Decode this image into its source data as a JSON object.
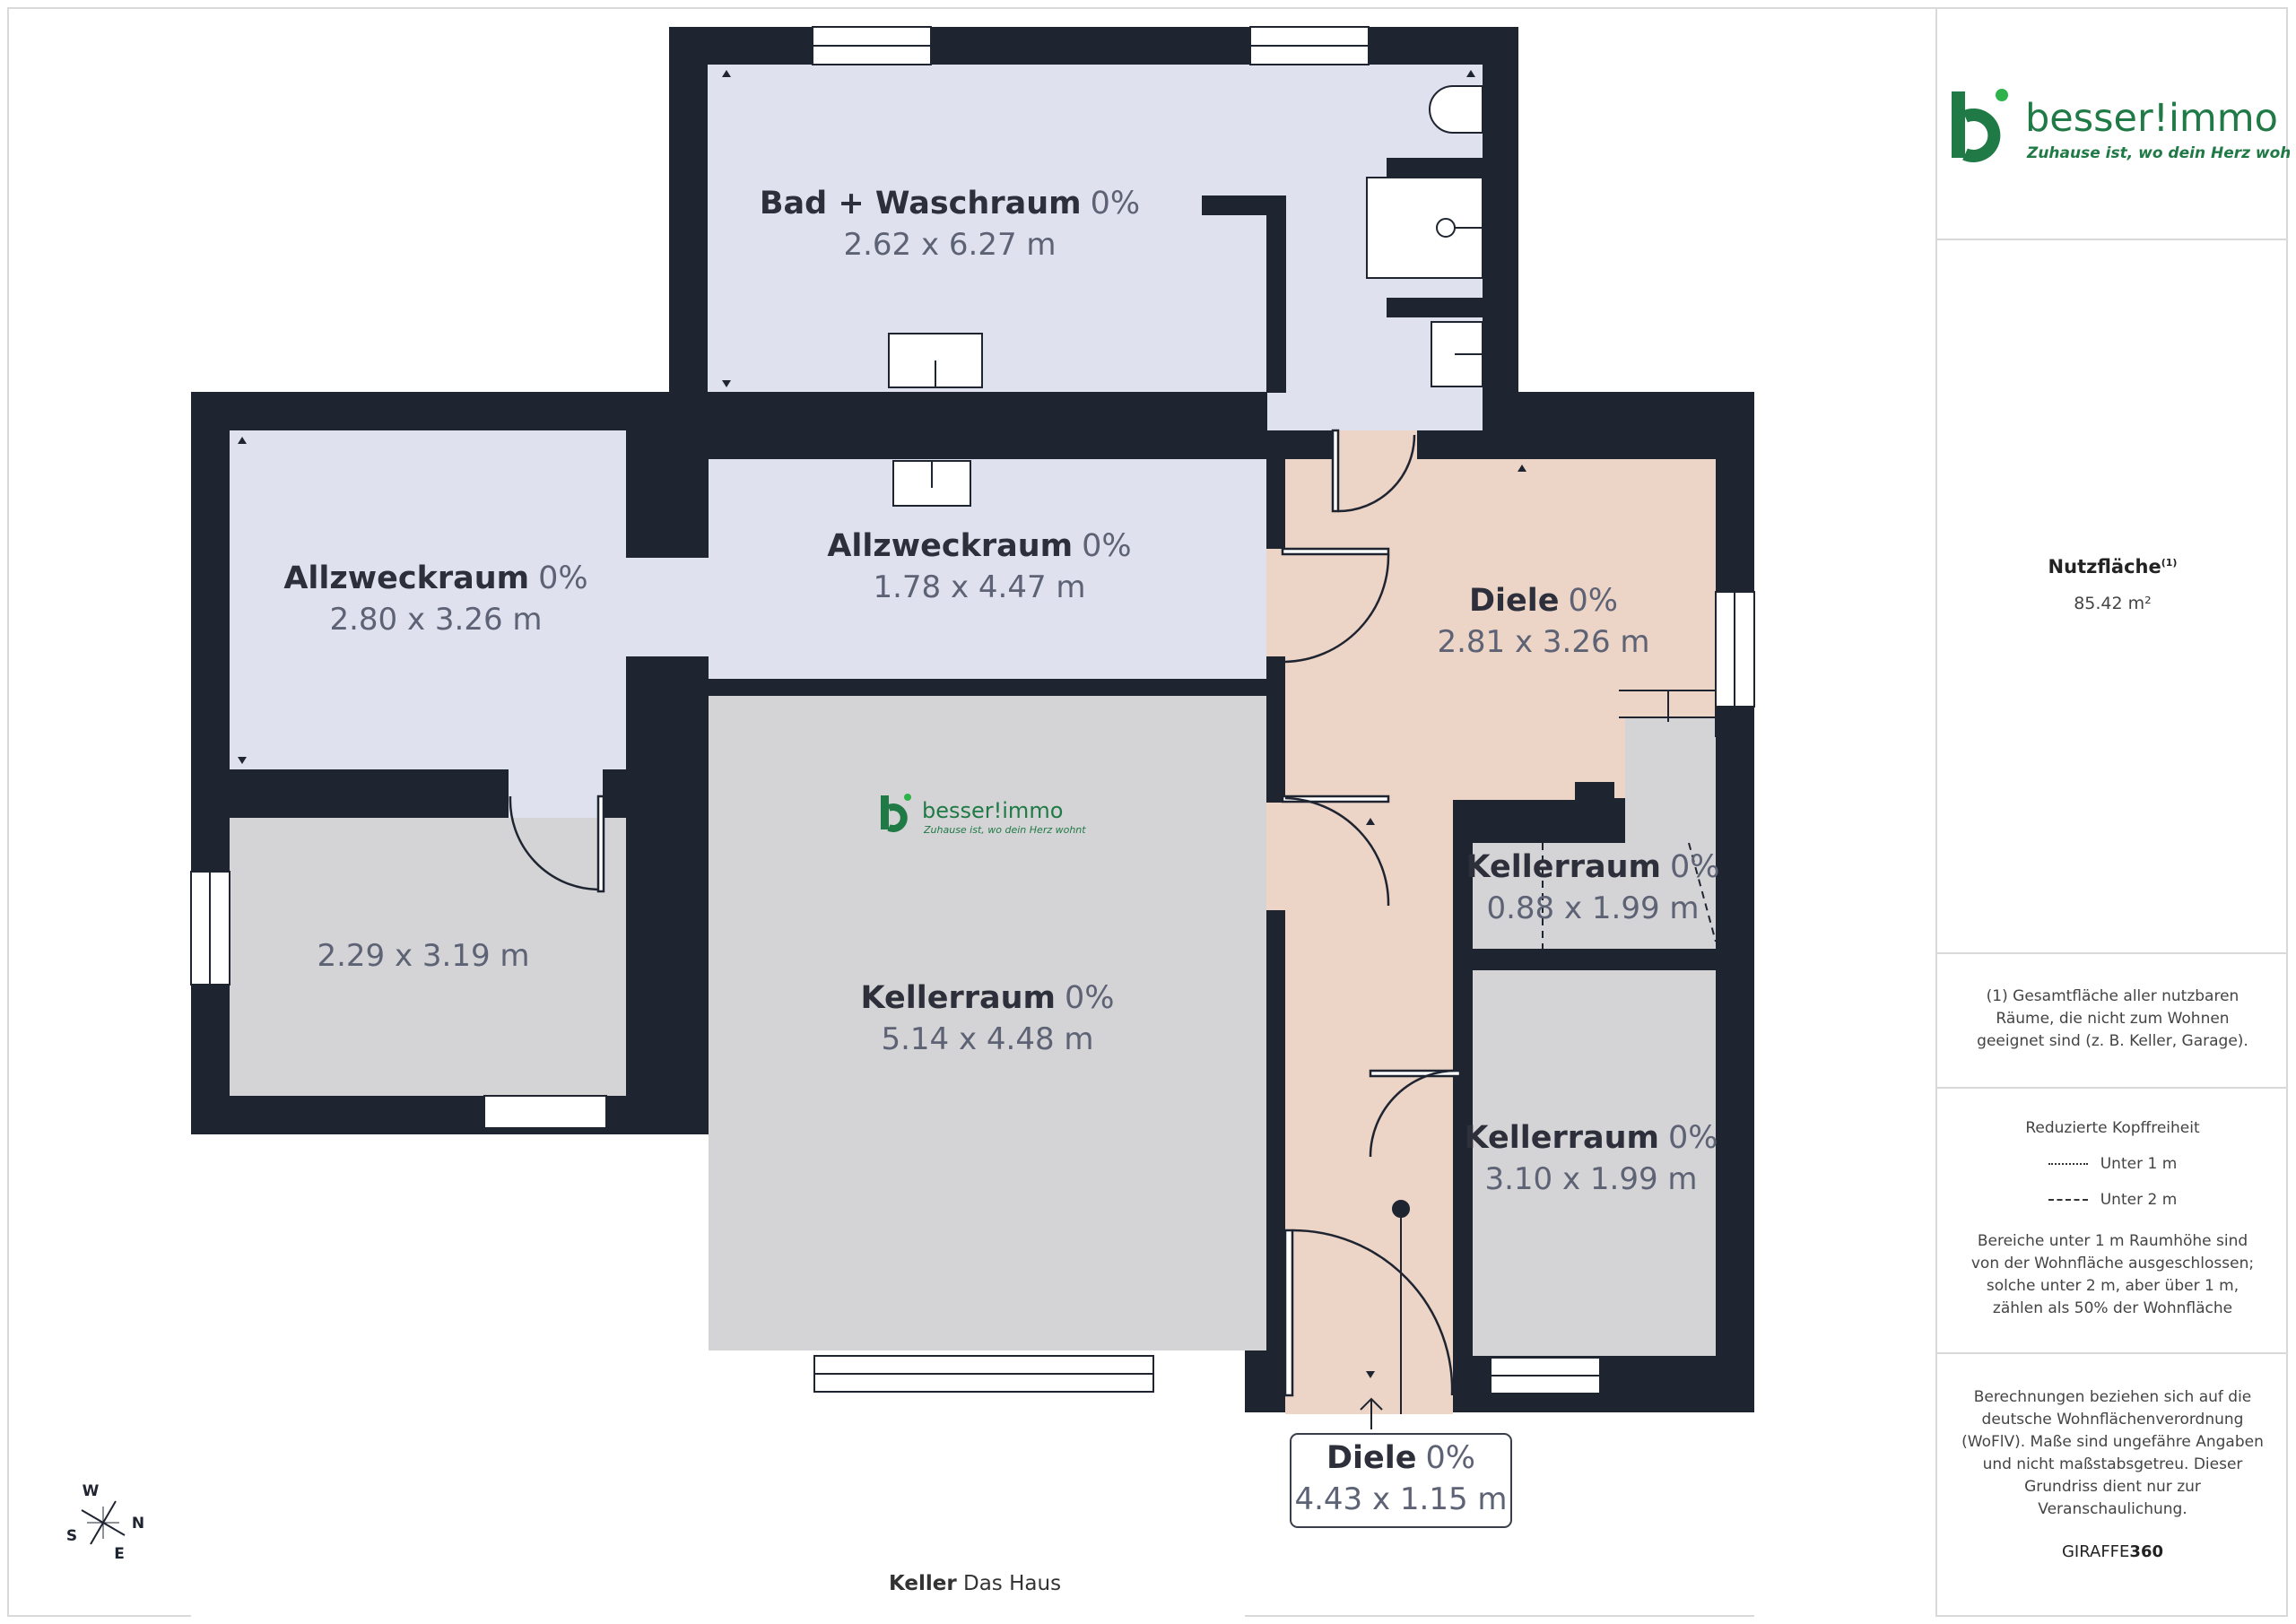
{
  "brand": {
    "name_part1": "besser",
    "name_part2": "immo",
    "tagline": "Zuhause ist, wo dein Herz wohnt",
    "primary_color": "#1f7a46",
    "accent_color": "#2db34a"
  },
  "rooms": [
    {
      "name": "Bad + Waschraum",
      "percent": "0%",
      "dims": "2.62 x 6.27 m"
    },
    {
      "name": "Allzweckraum",
      "percent": "0%",
      "dims": "2.80 x 3.26 m"
    },
    {
      "name": "Allzweckraum",
      "percent": "0%",
      "dims": "1.78 x 4.47 m"
    },
    {
      "name": "Diele",
      "percent": "0%",
      "dims": "2.81 x 3.26 m"
    },
    {
      "name": "",
      "percent": "",
      "dims": "2.29 x 3.19 m"
    },
    {
      "name": "Kellerraum",
      "percent": "0%",
      "dims": "5.14 x 4.48 m"
    },
    {
      "name": "Kellerraum",
      "percent": "0%",
      "dims": "0.88 x 1.99 m"
    },
    {
      "name": "Kellerraum",
      "percent": "0%",
      "dims": "3.10 x 1.99 m"
    },
    {
      "name": "Diele",
      "percent": "0%",
      "dims": "4.43 x 1.15 m"
    }
  ],
  "colors": {
    "wall": "#1f2431",
    "wet_room": "#dfe2ee",
    "storage_room": "#d4d4d6",
    "hall": "#ecd4c6"
  },
  "compass": {
    "w": "W",
    "n": "N",
    "s": "S",
    "e": "E"
  },
  "floor": {
    "label": "Keller",
    "building": "Das Haus"
  },
  "sidebar": {
    "area_title": "Nutzfläche",
    "area_sup": "(1)",
    "area_value": "85.42 m²",
    "footnote": [
      "(1) Gesamtfläche aller nutzbaren",
      "Räume, die nicht zum Wohnen",
      "geeignet sind (z. B. Keller, Garage)."
    ],
    "headroom_title": "Reduzierte Kopffreiheit",
    "legend_under1": "Unter 1 m",
    "legend_under2": "Unter 2 m",
    "headroom_text": [
      "Bereiche unter 1 m Raumhöhe sind",
      "von der Wohnfläche ausgeschlossen;",
      "solche unter 2 m, aber über 1 m,",
      "zählen als 50% der Wohnfläche"
    ],
    "calc_text": [
      "Berechnungen beziehen sich auf die",
      "deutsche Wohnflächenverordnung",
      "(WoFlV). Maße sind ungefähre Angaben",
      "und nicht maßstabsgetreu. Dieser",
      "Grundriss dient nur zur",
      "Veranschaulichung."
    ],
    "credit_part1": "GIRAFFE",
    "credit_part2": "360"
  }
}
